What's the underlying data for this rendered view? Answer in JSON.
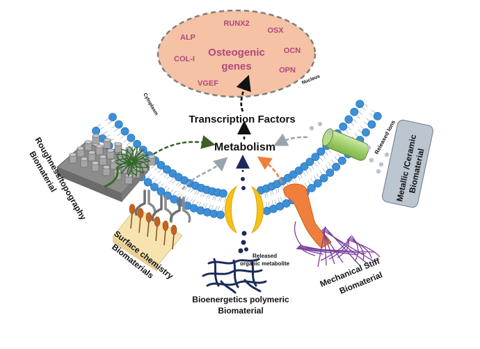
{
  "nucleus": {
    "title_line1": "Osteogenic",
    "title_line2": "genes",
    "corner_label": "Nucleus",
    "genes": [
      "RUNX2",
      "ALP",
      "OSX",
      "COL-I",
      "OCN",
      "OPN",
      "VGEF"
    ]
  },
  "center": {
    "transcription": "Transcription Factors",
    "metabolism": "Metabolism",
    "cytoplasm": "Cytoplasm"
  },
  "stimuli": {
    "roughness": [
      "Roughness/topography",
      "Biomaterial"
    ],
    "surface_chemistry": [
      "Surface chemistry",
      "Biomaterials"
    ],
    "bioenergetics": [
      "Bioenergetics polymeric",
      "Biomaterial"
    ],
    "released_metabolite": [
      "Released",
      "organic metabolite"
    ],
    "mechanical": [
      "Mechanical Stiff",
      "Biomaterial"
    ],
    "metallic": [
      "Metallic /Ceramic",
      "Biomaterial"
    ],
    "released_ions": "Released Ions"
  },
  "colors": {
    "nucleus_fill": "#f5c2a5",
    "gene_text": "#b0487a",
    "head_blue": "#3d8fd6",
    "green_arrow": "#3f5e2a",
    "grey_arrow": "#9aa4ae",
    "orange": "#ef7f3a",
    "yellow_channel": "#f7c11a",
    "navy": "#1c2c5a",
    "purple": "#7a3f9c"
  }
}
